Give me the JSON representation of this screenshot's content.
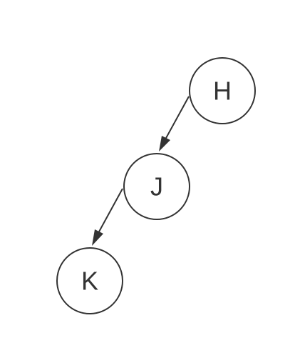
{
  "diagram": {
    "type": "tree",
    "colors": {
      "background": "#ffffff",
      "stroke": "#333333",
      "text": "#333333"
    },
    "nodes": [
      {
        "id": "H",
        "label": "H"
      },
      {
        "id": "J",
        "label": "J"
      },
      {
        "id": "K",
        "label": "K"
      }
    ],
    "edges": [
      {
        "from": "H",
        "to": "J",
        "directed": true
      },
      {
        "from": "J",
        "to": "K",
        "directed": true
      }
    ]
  }
}
